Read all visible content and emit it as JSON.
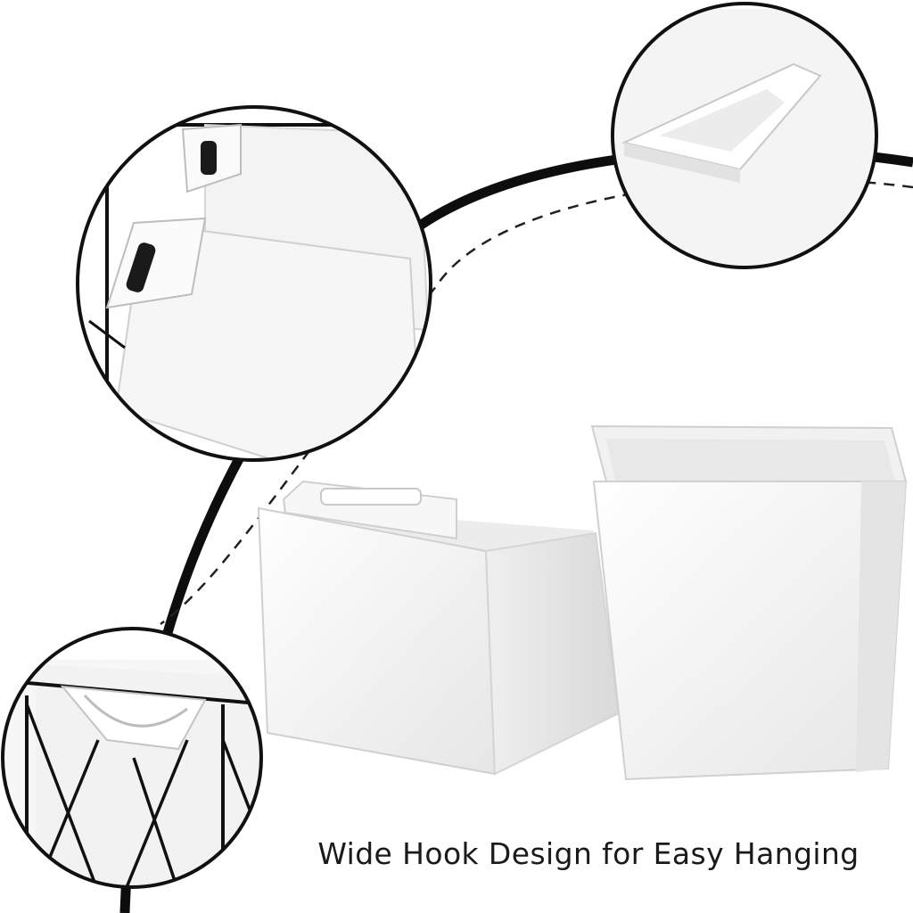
{
  "caption": "Wide Hook Design for Easy Hanging",
  "colors": {
    "background": "#ffffff",
    "arc": "#0d0d0d",
    "product": "#f4f4f4",
    "product_shadow": "#dcdcdc",
    "wire": "#111111"
  },
  "figures": [
    "zoom-circle-top-left",
    "zoom-circle-top-right",
    "zoom-circle-bottom-left",
    "bin-tilted-left",
    "bin-upright-right"
  ]
}
